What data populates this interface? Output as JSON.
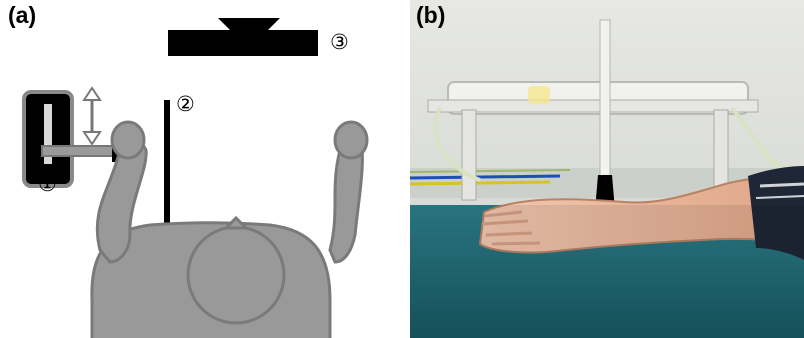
{
  "panels": {
    "a": {
      "label": "(a)"
    },
    "b": {
      "label": "(b)"
    }
  },
  "callouts": {
    "one": "①",
    "two": "②",
    "three": "③"
  },
  "colors": {
    "figure_fill": "#999999",
    "figure_stroke": "#808080",
    "device_black": "#000000",
    "table_teal": "#1f6b78",
    "photo_wall": "#d9dbd6"
  },
  "icons": {
    "arrow": "double-headed-arrow-icon"
  }
}
